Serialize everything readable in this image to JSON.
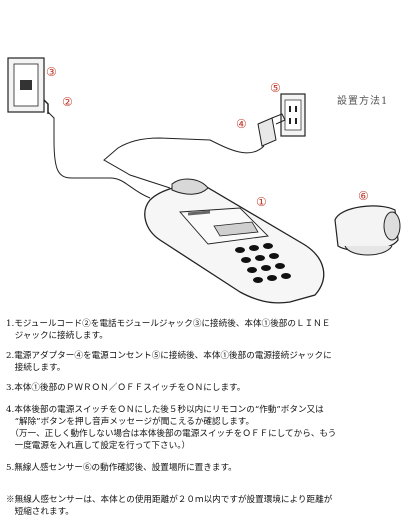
{
  "title": "設置方法1",
  "callouts": [
    "①",
    "②",
    "③",
    "④",
    "⑤",
    "⑥"
  ],
  "steps": [
    "1.モジュールコード②を電話モジュールジャック③に接続後、本体①後部のＬＩＮＥ\n　ジャックに接続します。",
    "2.電源アダプター④を電源コンセント⑤に接続後、本体①後部の電源接続ジャックに\n　接続します。",
    "3.本体①後部のＰＷＲＯＮ／ＯＦＦスイッチをＯＮにします。",
    "4.本体後部の電源スイッチをＯＮにした後５秒以内にリモコンの“作動”ボタン又は\n　“解除”ボタンを押し音声メッセージが聞こえるか確認します。\n　（万一、正しく動作しない場合は本体後部の電源スイッチをＯＦＦにしてから、もう\n　一度電源を入れ直して設定を行って下さい。）",
    "5.無線人感センサー⑥の動作確認後、設置場所に置きます。"
  ],
  "note": "※無線人感センサーは、本体との使用距離が２０ｍ以内ですが設置環境により距離が\n　短縮されます。"
}
